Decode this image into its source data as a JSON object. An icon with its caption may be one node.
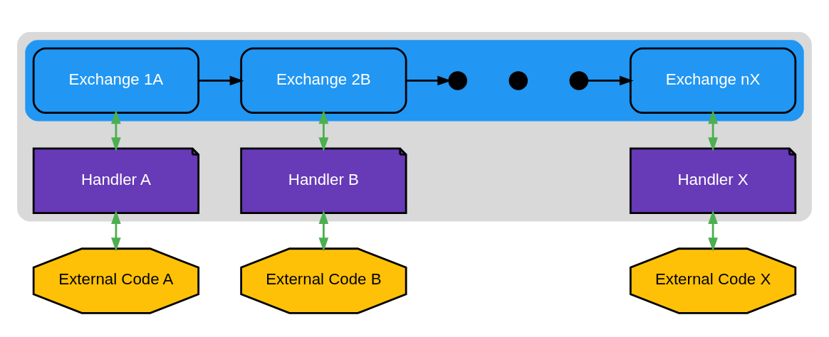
{
  "diagram": {
    "nodes": [
      {
        "text": [],
        "shape": "band"
      },
      {
        "text": [],
        "shape": "band",
        "in": 0
      },
      {
        "text": [
          "Exchange 1A"
        ],
        "in": 1
      },
      {
        "text": [
          "Exchange 2B"
        ],
        "in": 1
      },
      {
        "text": [],
        "shape": "circle",
        "in": 1
      },
      {
        "text": [],
        "shape": "circle",
        "in": 1
      },
      {
        "text": [],
        "shape": "circle",
        "in": 1
      },
      {
        "text": [
          "Exchange nX"
        ],
        "in": 1
      },
      {
        "text": [
          "Handler A"
        ],
        "in": 0
      },
      {
        "text": [
          "Handler B"
        ],
        "in": 0
      },
      {
        "text": [
          "Handler X"
        ],
        "in": 0
      },
      {
        "text": [
          "External Code A"
        ]
      },
      {
        "text": [
          "External Code B"
        ]
      },
      {
        "text": [
          "External Code X"
        ]
      }
    ],
    "edges": [
      {
        "from": 2,
        "to": 3,
        "arrow": "to",
        "color": "#000000"
      },
      {
        "from": 3,
        "to": 4,
        "arrow": "to",
        "color": "#000000"
      },
      {
        "from": 6,
        "to": 7,
        "arrow": "to",
        "color": "#000000"
      },
      {
        "from": 2,
        "to": 8,
        "arrow": "both"
      },
      {
        "from": 8,
        "to": 11,
        "arrow": "both"
      },
      {
        "from": 3,
        "to": 9,
        "arrow": "both"
      },
      {
        "from": 9,
        "to": 12,
        "arrow": "both"
      },
      {
        "from": 7,
        "to": 10,
        "arrow": "both"
      },
      {
        "from": 10,
        "to": 13,
        "arrow": "both"
      }
    ]
  }
}
